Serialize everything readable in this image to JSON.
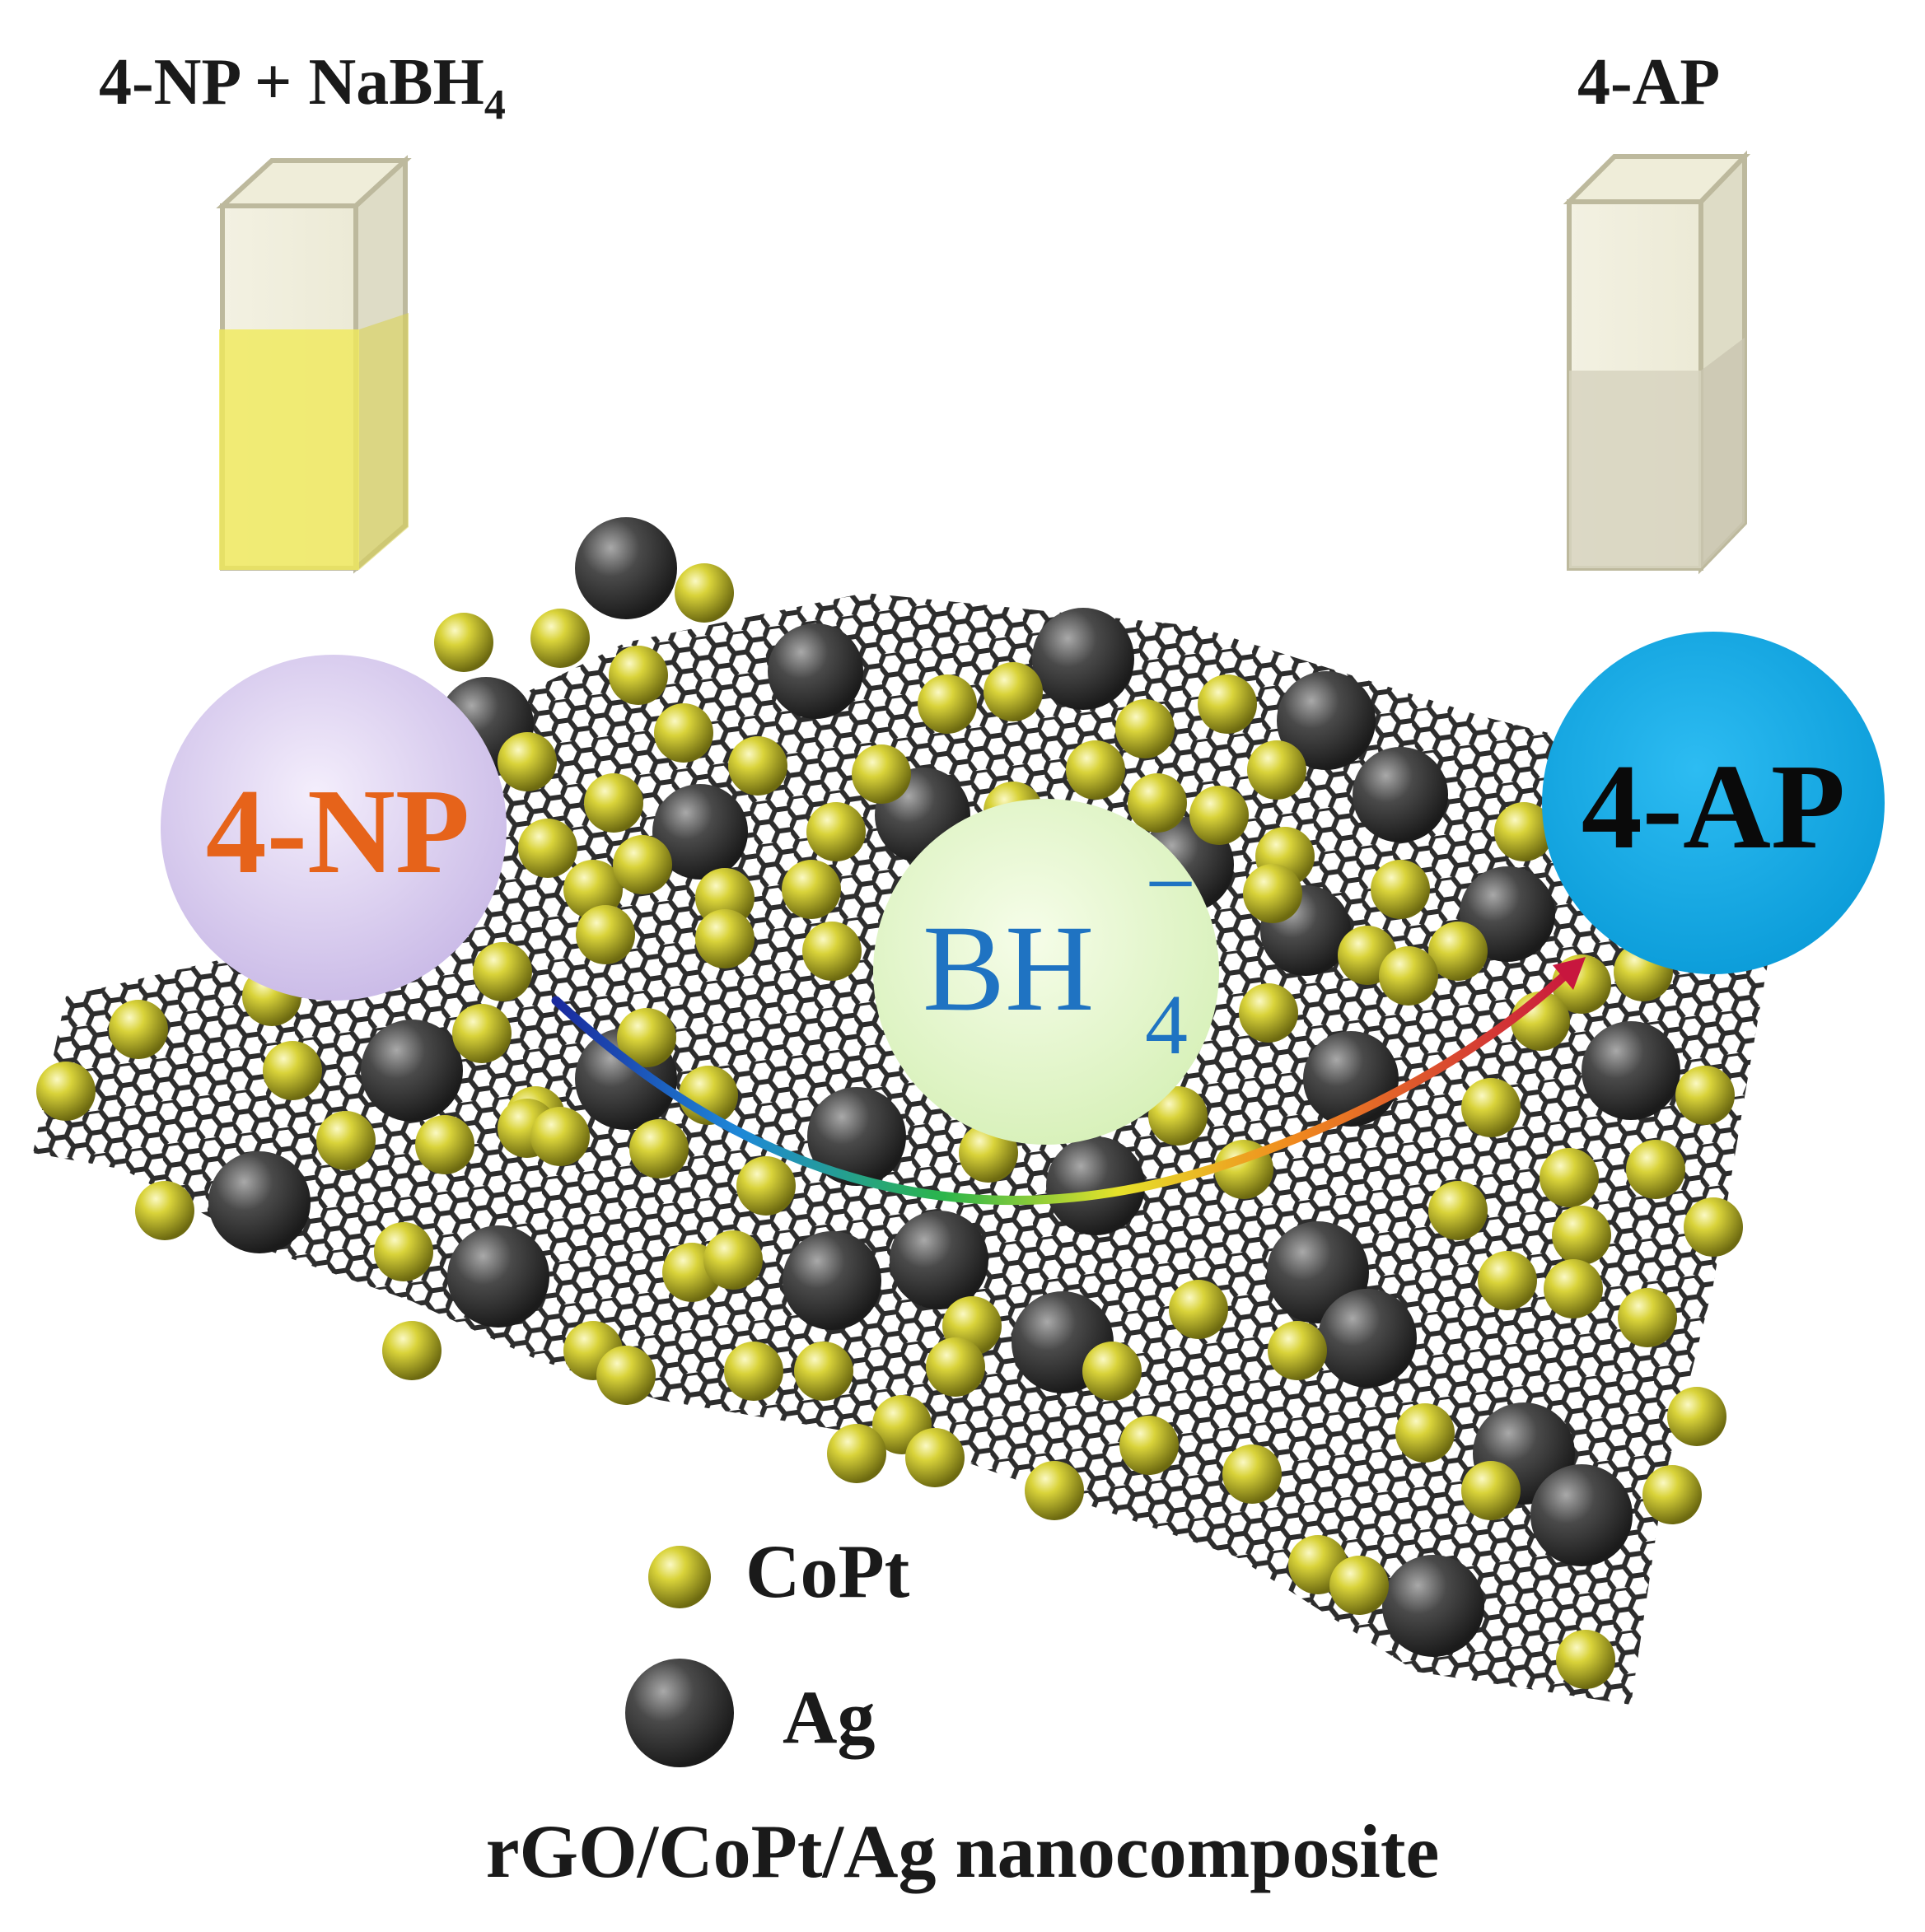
{
  "labels": {
    "reactant_main": "4-NP + NaBH",
    "reactant_sub": "4",
    "product": "4-AP",
    "np_circle": "4-NP",
    "ap_circle": "4-AP",
    "bh_main": "BH",
    "bh_sub": "4",
    "bh_sup": "−",
    "legend_copt": "CoPt",
    "legend_ag": "Ag",
    "caption": "rGO/CoPt/Ag nanocomposite"
  },
  "colors": {
    "copt": "#c8c227",
    "ag": "#3c3c3c",
    "np_circle": "#d7cbed",
    "ap_circle": "#12a9e6",
    "bh_circle": "#e3f6cc",
    "np_text": "#e6631a",
    "bh_text": "#1f73c2",
    "reactant_liquid": "#f0ea5a",
    "product_liquid": "#d7d4c0"
  }
}
